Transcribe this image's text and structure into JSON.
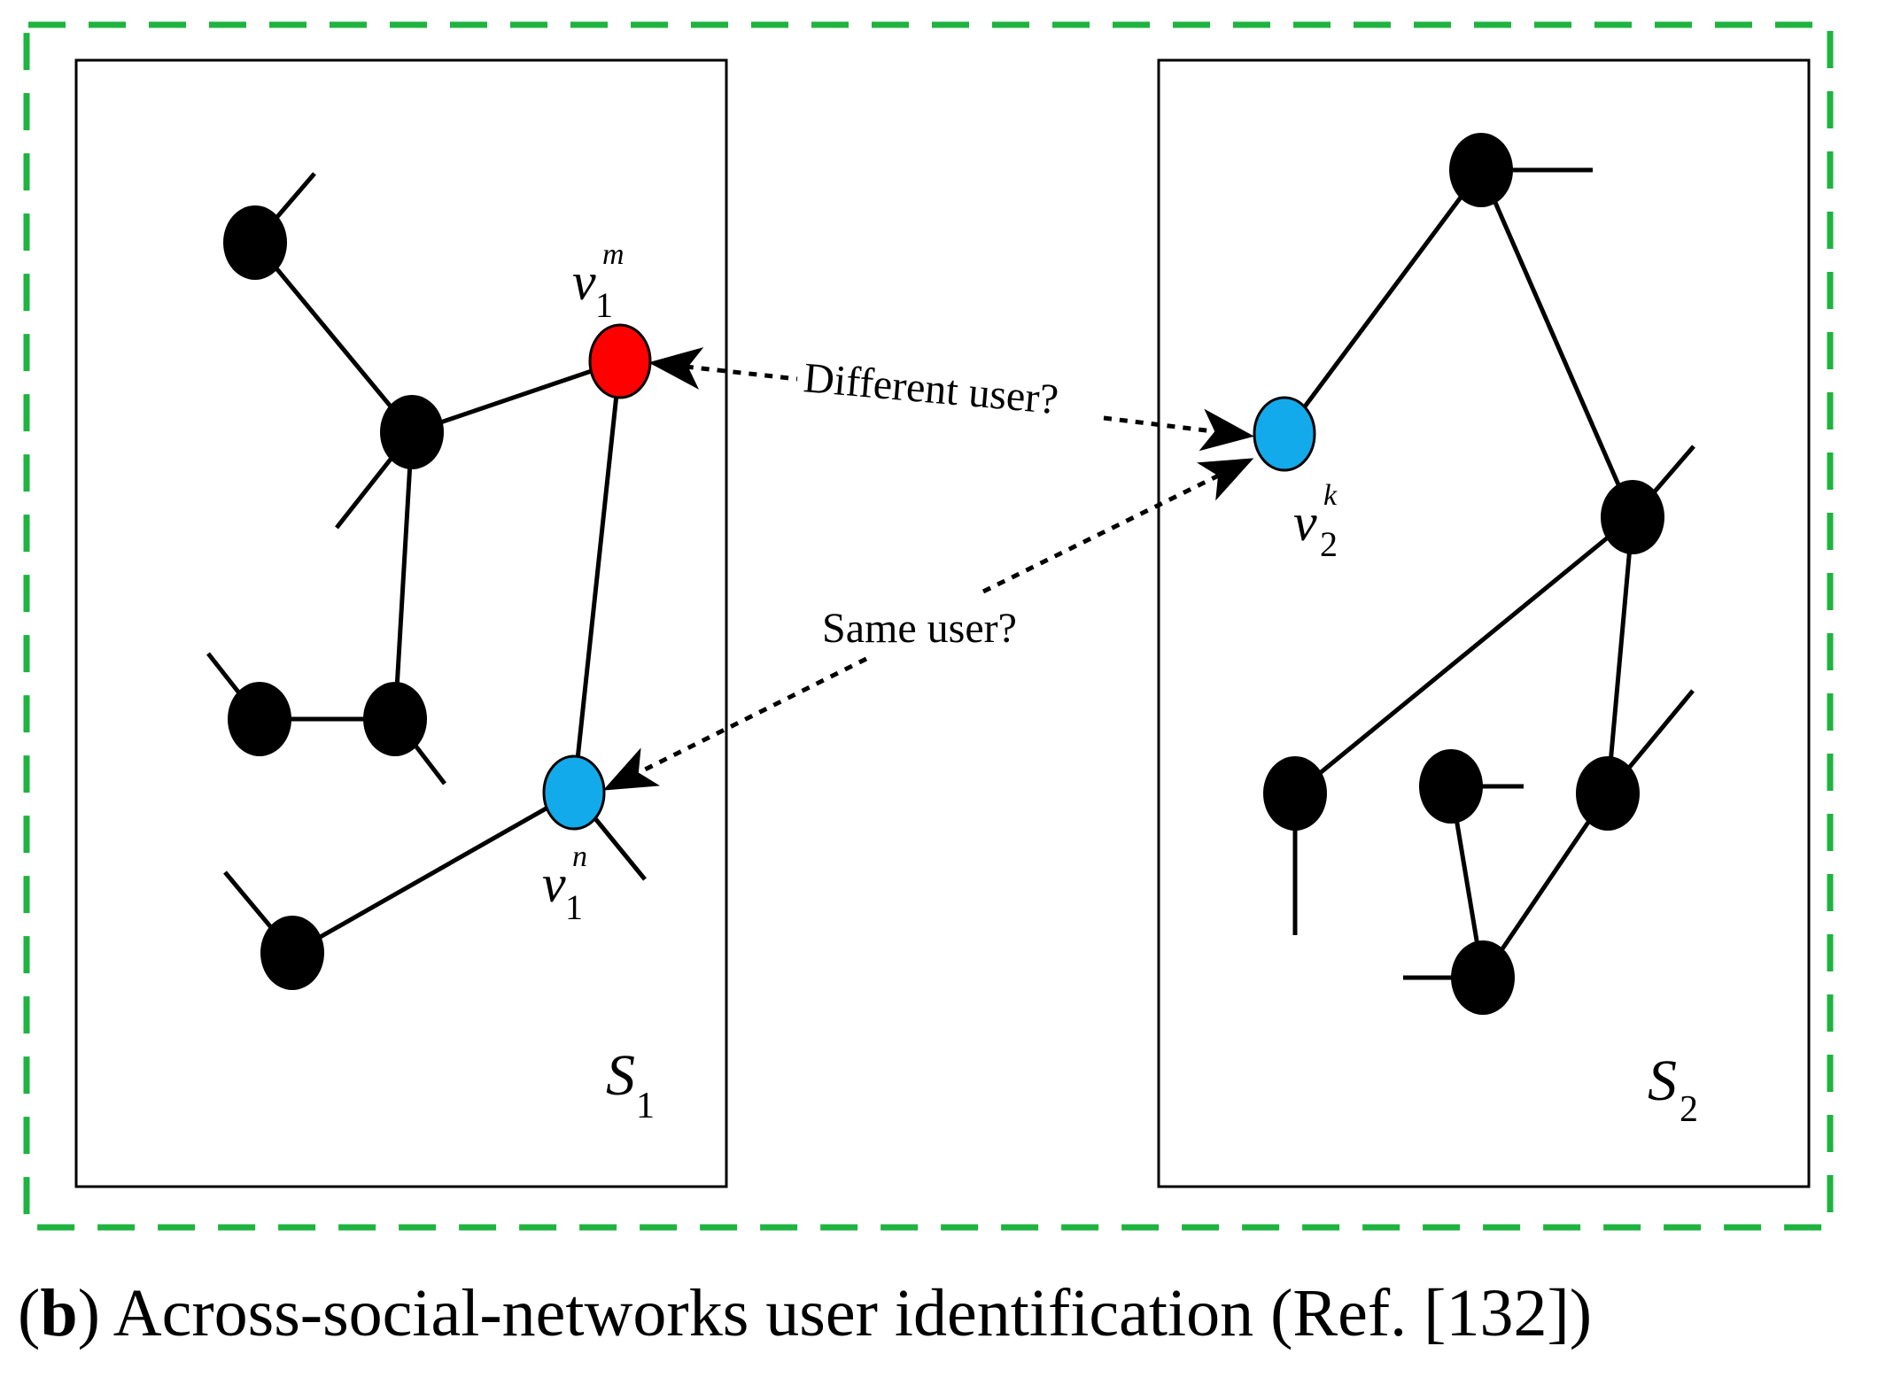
{
  "networks": [
    {
      "id": "S1",
      "label_main": "S",
      "label_sub": "1"
    },
    {
      "id": "S2",
      "label_main": "S",
      "label_sub": "2"
    }
  ],
  "highlighted_nodes": [
    {
      "id": "v1m",
      "symbol": "v",
      "sub": "1",
      "sup": "m",
      "color": "#ff0000"
    },
    {
      "id": "v1n",
      "symbol": "v",
      "sub": "1",
      "sup": "n",
      "color": "#12aaea"
    },
    {
      "id": "v2k",
      "symbol": "v",
      "sub": "2",
      "sup": "k",
      "color": "#12aaea"
    }
  ],
  "links": {
    "different": "Different user?",
    "same": "Same user?"
  },
  "caption": {
    "open": "(",
    "letter": "b",
    "close_and_text": ") Across-social-networks user identification (Ref. [132])"
  },
  "colors": {
    "outer_dash": "#1fb340",
    "node_default": "#000000",
    "node_red": "#ff0000",
    "node_blue": "#12aaea"
  }
}
